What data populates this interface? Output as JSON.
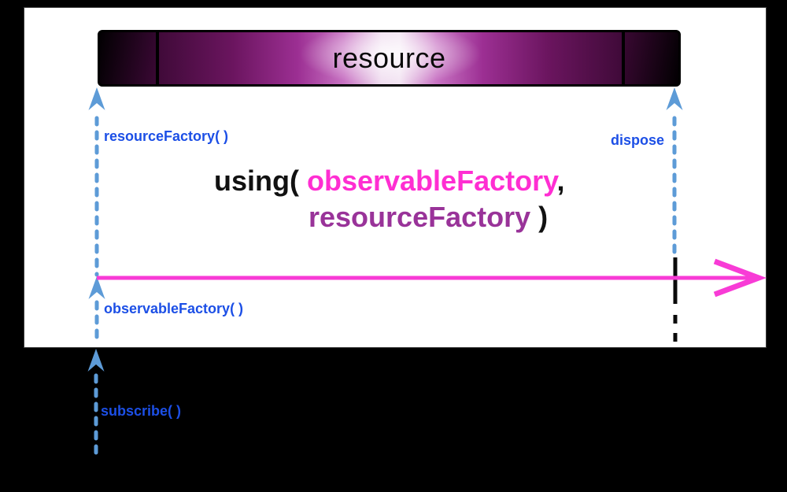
{
  "colors": {
    "background": "#000000",
    "panel": "#ffffff",
    "label_blue": "#1c4fe6",
    "arrow_blue": "#5d9bd7",
    "timeline_pink": "#f83bd6",
    "observable_magenta": "#ff2ed2",
    "resource_purple": "#993399",
    "marker_black": "#0a0a0a",
    "bar_highlight": "#f7eef7"
  },
  "resource_bar": {
    "label": "resource"
  },
  "annotations": {
    "resource_factory": "resourceFactory( )",
    "dispose": "dispose",
    "observable_factory": "observableFactory( )",
    "subscribe": "subscribe( )"
  },
  "operator": {
    "keyword": "using(",
    "arg1": "observableFactory",
    "comma": ",",
    "arg2": "resourceFactory",
    "close": ")"
  }
}
